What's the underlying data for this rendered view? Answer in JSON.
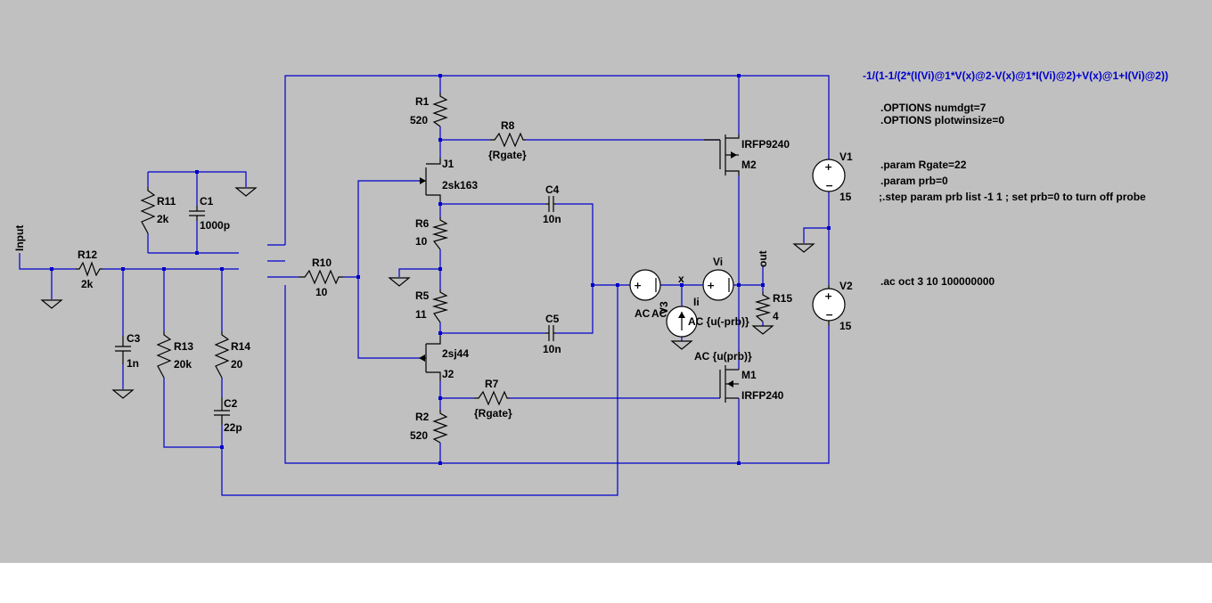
{
  "colors": {
    "background": "#c0c0c0",
    "wire": "#0000cc",
    "component": "#000000",
    "text": "#000000",
    "expression": "#0000cc"
  },
  "expression": "-1/(1-1/(2*(I(Vi)@1*V(x)@2-V(x)@1*I(Vi)@2)+V(x)@1+I(Vi)@2))",
  "directives": [
    ".OPTIONS numdgt=7",
    ".OPTIONS plotwinsize=0",
    ".param Rgate=22",
    ".param prb=0",
    ";.step param prb list -1 1 ; set prb=0 to turn off probe",
    ".ac oct 3 10 100000000"
  ],
  "nets": {
    "input": "Input",
    "output": "out",
    "probe": "x"
  },
  "components": {
    "R1": {
      "name": "R1",
      "value": "520"
    },
    "R2": {
      "name": "R2",
      "value": "520"
    },
    "R5": {
      "name": "R5",
      "value": "11"
    },
    "R6": {
      "name": "R6",
      "value": "10"
    },
    "R7": {
      "name": "R7",
      "value": "{Rgate}"
    },
    "R8": {
      "name": "R8",
      "value": "{Rgate}"
    },
    "R10": {
      "name": "R10",
      "value": "10"
    },
    "R11": {
      "name": "R11",
      "value": "2k"
    },
    "R12": {
      "name": "R12",
      "value": "2k"
    },
    "R13": {
      "name": "R13",
      "value": "20k"
    },
    "R14": {
      "name": "R14",
      "value": "20"
    },
    "R15": {
      "name": "R15",
      "value": "4"
    },
    "C1": {
      "name": "C1",
      "value": "1000p"
    },
    "C2": {
      "name": "C2",
      "value": "22p"
    },
    "C3": {
      "name": "C3",
      "value": "1n"
    },
    "C4": {
      "name": "C4",
      "value": "10n"
    },
    "C5": {
      "name": "C5",
      "value": "10n"
    },
    "J1": {
      "name": "J1",
      "value": "2sk163"
    },
    "J2": {
      "name": "J2",
      "value": "2sj44"
    },
    "M1": {
      "name": "M1",
      "value": "IRFP240"
    },
    "M2": {
      "name": "M2",
      "value": "IRFP9240"
    },
    "V1": {
      "name": "V1",
      "value": "15"
    },
    "V2": {
      "name": "V2",
      "value": "15"
    },
    "V3": {
      "name": "V3",
      "value": "AC {u(prb)}",
      "ac": "AC"
    },
    "Vi": {
      "name": "Vi",
      "ac": "AC"
    },
    "Ii": {
      "name": "Ii",
      "value": "AC {u(-prb)}"
    }
  }
}
